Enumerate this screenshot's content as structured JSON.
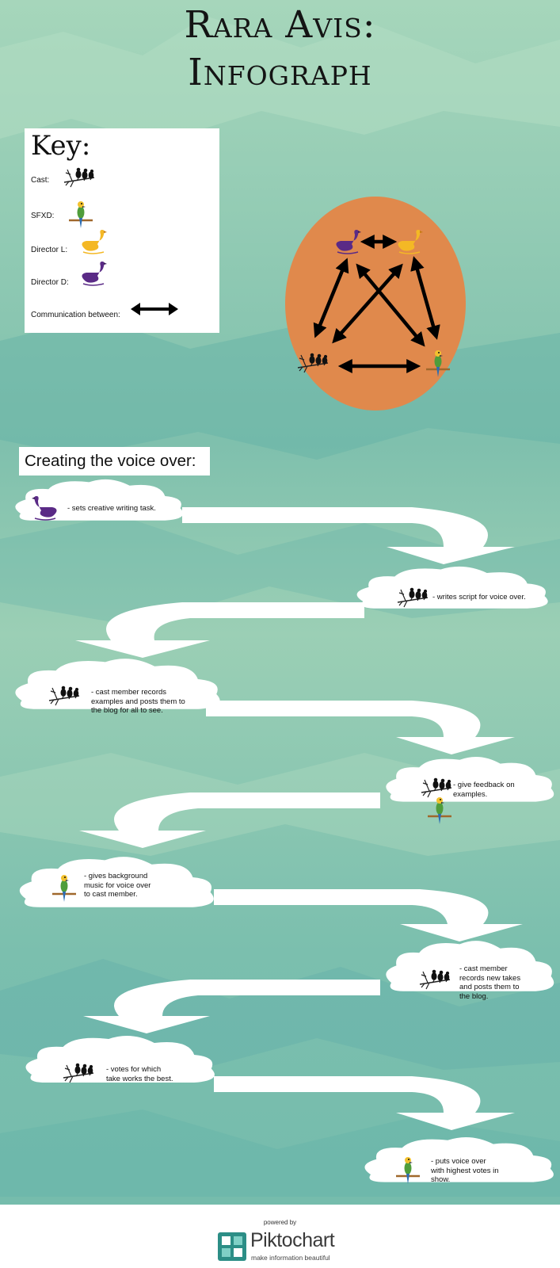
{
  "title": {
    "line1": "Rara Avis:",
    "line2": "Infograph"
  },
  "key": {
    "heading": "Key:",
    "items": [
      {
        "label": "Cast:",
        "icon": "birds-on-branch-icon"
      },
      {
        "label": "SFXD:",
        "icon": "parrot-icon"
      },
      {
        "label": "Director L:",
        "icon": "yellow-swan-icon"
      },
      {
        "label": "Director D:",
        "icon": "purple-swan-icon"
      },
      {
        "label": "Communication between:",
        "icon": "double-arrow-icon"
      }
    ]
  },
  "section_title": "Creating the voice over:",
  "steps": [
    {
      "icon": "purple-swan-icon",
      "text": [
        "- sets creative writing task."
      ]
    },
    {
      "icon": "birds-on-branch-icon",
      "text": [
        "- writes script for voice over."
      ]
    },
    {
      "icon": "birds-on-branch-icon",
      "text": [
        "- cast member records",
        "examples and posts them to",
        "the blog for all to see."
      ]
    },
    {
      "icon": "birds-and-parrot-icon",
      "text": [
        "- give feedback on",
        "examples."
      ]
    },
    {
      "icon": "parrot-icon",
      "text": [
        "- gives background",
        "music for voice over",
        "to cast member."
      ]
    },
    {
      "icon": "birds-on-branch-icon",
      "text": [
        "- cast member",
        "records new takes",
        "and posts them to",
        "the blog."
      ]
    },
    {
      "icon": "birds-on-branch-icon",
      "text": [
        "- votes for which",
        "take works the best."
      ]
    },
    {
      "icon": "parrot-icon",
      "text": [
        "- puts voice over",
        "with highest votes in",
        "show."
      ]
    }
  ],
  "footer": {
    "powered": "powered by",
    "brand": "Piktochart",
    "tagline": "make information beautiful"
  },
  "colors": {
    "egg": "#e0894c",
    "purple_swan": "#5a2a86",
    "yellow_swan": "#f4b825",
    "arrow": "#ffffff",
    "teal_dark": "#5fb0a8",
    "teal_light": "#a4d3b5"
  }
}
